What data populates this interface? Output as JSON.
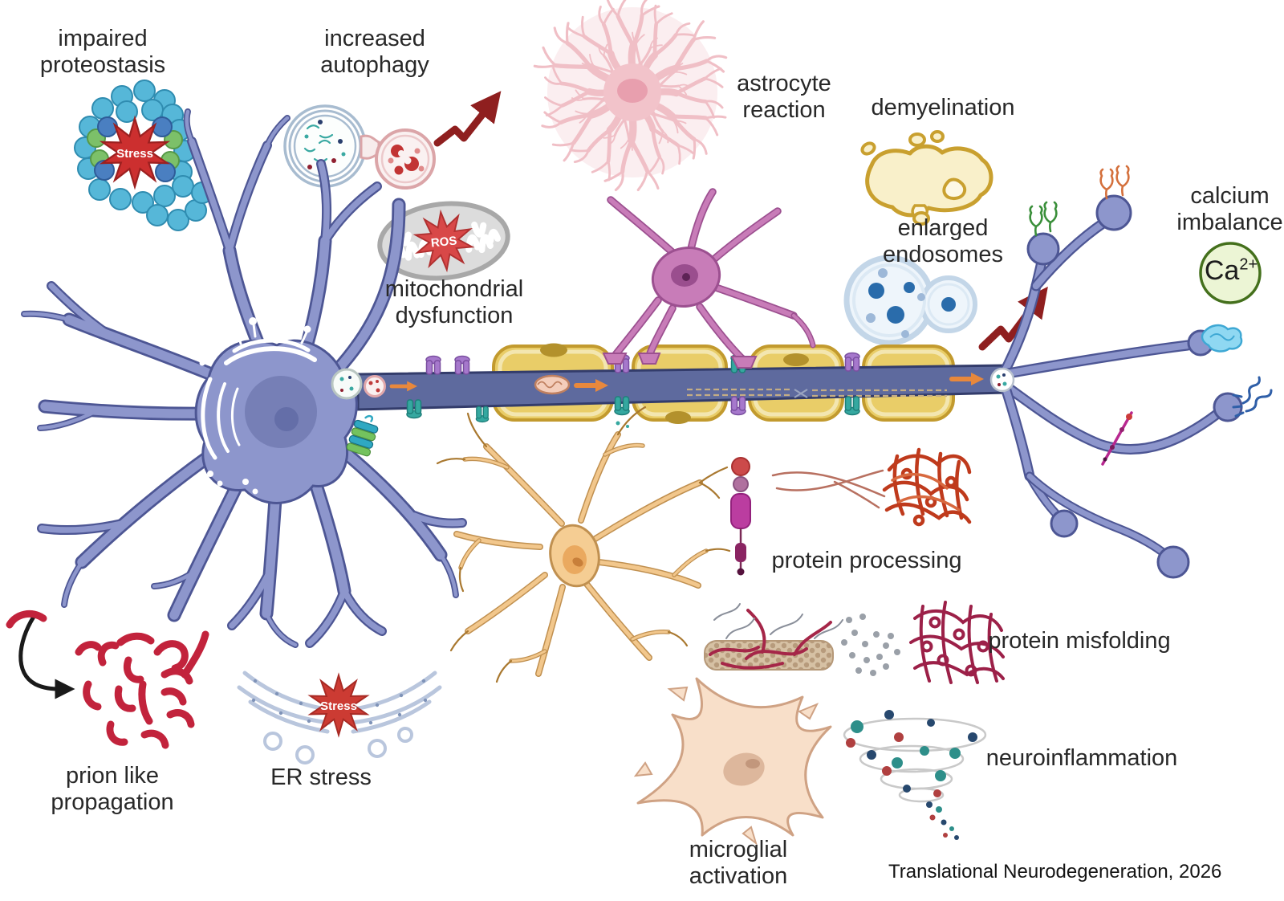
{
  "figure": {
    "labels": {
      "impaired_proteostasis": "impaired proteostasis",
      "increased_autophagy": "increased autophagy",
      "astrocyte_reaction": "astrocyte reaction",
      "demyelination": "demyelination",
      "enlarged_endosomes": "enlarged endosomes",
      "calcium_imbalance": "calcium imbalance",
      "mitochondrial_dysfunction": "mitochondrial dysfunction",
      "protein_processing": "protein processing",
      "protein_misfolding": "protein misfolding",
      "neuroinflammation": "neuroinflammation",
      "microglial_activation": "microglial activation",
      "er_stress": "ER stress",
      "prion_like_propagation": "prion like propagation"
    },
    "icon_texts": {
      "proteostasis_stress": "Stress",
      "ros": "ROS",
      "er_stress_star": "Stress",
      "calcium_symbol": "Ca",
      "calcium_charge": "2+"
    },
    "citation": "Translational Neurodegeneration, 2026",
    "colors": {
      "neuron_fill": "#8d96cc",
      "neuron_outline": "#4d5694",
      "axon_fill": "#5e6a9e",
      "myelin_fill": "#e9cd68",
      "myelin_outline": "#c29a2e",
      "astrocyte_pink": "#f2c3ca",
      "oligodendrocyte_purple": "#c87cb8",
      "glial_orange": "#f2c78c",
      "microglia_peach": "#f8dfc9",
      "arrow_dark_red": "#8f1f1f",
      "stress_star_red": "#cc3b33",
      "prion_red": "#c2233c",
      "calcium_green": "#ecf5d5",
      "endosome_blue": "#c3d6e8"
    }
  }
}
